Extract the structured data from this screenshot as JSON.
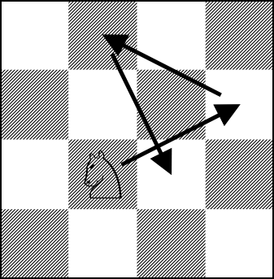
{
  "board": {
    "files": 4,
    "ranks": 4,
    "light_square_color": "#ffffff",
    "dark_square_pattern": "diagonal-hatch",
    "line_color": "#000000",
    "border_color": "#000000",
    "dark_squares": [
      {
        "file": 1,
        "rank": 0
      },
      {
        "file": 3,
        "rank": 0
      },
      {
        "file": 0,
        "rank": 1
      },
      {
        "file": 2,
        "rank": 1
      },
      {
        "file": 1,
        "rank": 2
      },
      {
        "file": 3,
        "rank": 2
      },
      {
        "file": 0,
        "rank": 3
      },
      {
        "file": 2,
        "rank": 3
      }
    ]
  },
  "piece": {
    "type": "knight",
    "color": "white",
    "glyph": "♘",
    "file": 1,
    "rank": 2
  },
  "arrows": [
    {
      "name": "arrow-knight-to-right",
      "from": {
        "file": 1,
        "rank": 2
      },
      "to": {
        "file": 3,
        "rank": 1
      }
    },
    {
      "name": "arrow-right-to-top",
      "from": {
        "file": 3,
        "rank": 1
      },
      "to": {
        "file": 1,
        "rank": 0
      }
    },
    {
      "name": "arrow-top-to-center",
      "from": {
        "file": 1,
        "rank": 0
      },
      "to": {
        "file": 2,
        "rank": 2
      }
    }
  ],
  "arrow_color": "#000000"
}
